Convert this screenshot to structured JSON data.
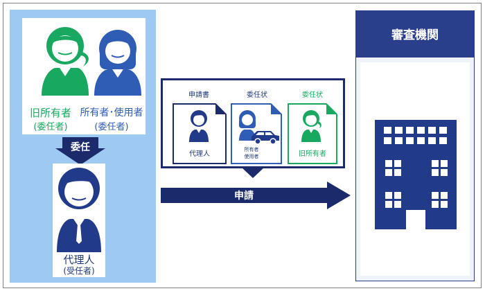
{
  "left_panel": {
    "former_owner": {
      "name": "旧所有者",
      "role": "(委任者)"
    },
    "owner_user": {
      "name": "所有者･使用者",
      "role": "(委任者)"
    },
    "delegation_label": "委任",
    "agent": {
      "name": "代理人",
      "role": "(受任者)"
    }
  },
  "documents": [
    {
      "title": "申請書",
      "label": "代理人"
    },
    {
      "title": "委任状",
      "label_line1": "所有者",
      "label_line2": "使用者"
    },
    {
      "title": "委任状",
      "label": "旧所有者"
    }
  ],
  "application_label": "申請",
  "agency": {
    "title": "審査機関"
  },
  "colors": {
    "navy": "#1a2a6a",
    "green": "#19a85f",
    "blue": "#2f5db6",
    "panel": "#9dc9f3",
    "agency": "#2a3f8c"
  }
}
